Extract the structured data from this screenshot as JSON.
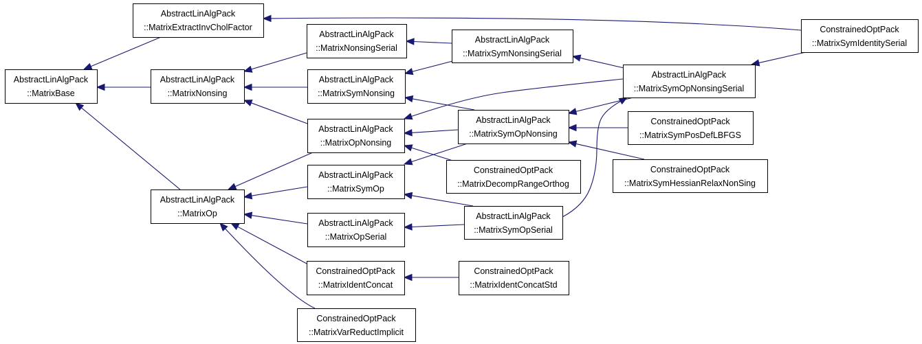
{
  "diagram": {
    "nodes": [
      {
        "id": "MatrixBase",
        "line1": "AbstractLinAlgPack",
        "line2": "::MatrixBase"
      },
      {
        "id": "MatrixExtractInvCholFactor",
        "line1": "AbstractLinAlgPack",
        "line2": "::MatrixExtractInvCholFactor"
      },
      {
        "id": "MatrixNonsing",
        "line1": "AbstractLinAlgPack",
        "line2": "::MatrixNonsing"
      },
      {
        "id": "MatrixOp",
        "line1": "AbstractLinAlgPack",
        "line2": "::MatrixOp"
      },
      {
        "id": "MatrixNonsingSerial",
        "line1": "AbstractLinAlgPack",
        "line2": "::MatrixNonsingSerial"
      },
      {
        "id": "MatrixSymNonsing",
        "line1": "AbstractLinAlgPack",
        "line2": "::MatrixSymNonsing"
      },
      {
        "id": "MatrixOpNonsing",
        "line1": "AbstractLinAlgPack",
        "line2": "::MatrixOpNonsing"
      },
      {
        "id": "MatrixSymOp",
        "line1": "AbstractLinAlgPack",
        "line2": "::MatrixSymOp"
      },
      {
        "id": "MatrixOpSerial",
        "line1": "AbstractLinAlgPack",
        "line2": "::MatrixOpSerial"
      },
      {
        "id": "MatrixIdentConcat",
        "line1": "ConstrainedOptPack",
        "line2": "::MatrixIdentConcat"
      },
      {
        "id": "MatrixVarReductImplicit",
        "line1": "ConstrainedOptPack",
        "line2": "::MatrixVarReductImplicit"
      },
      {
        "id": "MatrixSymNonsingSerial",
        "line1": "AbstractLinAlgPack",
        "line2": "::MatrixSymNonsingSerial"
      },
      {
        "id": "MatrixSymOpNonsing",
        "line1": "AbstractLinAlgPack",
        "line2": "::MatrixSymOpNonsing"
      },
      {
        "id": "MatrixDecompRangeOrthog",
        "line1": "ConstrainedOptPack",
        "line2": "::MatrixDecompRangeOrthog"
      },
      {
        "id": "MatrixSymOpSerial",
        "line1": "AbstractLinAlgPack",
        "line2": "::MatrixSymOpSerial"
      },
      {
        "id": "MatrixIdentConcatStd",
        "line1": "ConstrainedOptPack",
        "line2": "::MatrixIdentConcatStd"
      },
      {
        "id": "MatrixSymOpNonsingSerial",
        "line1": "AbstractLinAlgPack",
        "line2": "::MatrixSymOpNonsingSerial"
      },
      {
        "id": "MatrixSymPosDefLBFGS",
        "line1": "ConstrainedOptPack",
        "line2": "::MatrixSymPosDefLBFGS"
      },
      {
        "id": "MatrixSymHessianRelaxNonSing",
        "line1": "ConstrainedOptPack",
        "line2": "::MatrixSymHessianRelaxNonSing"
      },
      {
        "id": "MatrixSymIdentitySerial",
        "line1": "ConstrainedOptPack",
        "line2": "::MatrixSymIdentitySerial"
      }
    ],
    "edges": [
      {
        "from": "MatrixExtractInvCholFactor",
        "to": "MatrixBase"
      },
      {
        "from": "MatrixNonsing",
        "to": "MatrixBase"
      },
      {
        "from": "MatrixOp",
        "to": "MatrixBase"
      },
      {
        "from": "MatrixNonsingSerial",
        "to": "MatrixNonsing"
      },
      {
        "from": "MatrixSymNonsing",
        "to": "MatrixNonsing"
      },
      {
        "from": "MatrixOpNonsing",
        "to": "MatrixNonsing"
      },
      {
        "from": "MatrixOpNonsing",
        "to": "MatrixOp"
      },
      {
        "from": "MatrixSymOp",
        "to": "MatrixOp"
      },
      {
        "from": "MatrixOpSerial",
        "to": "MatrixOp"
      },
      {
        "from": "MatrixIdentConcat",
        "to": "MatrixOp"
      },
      {
        "from": "MatrixVarReductImplicit",
        "to": "MatrixOp"
      },
      {
        "from": "MatrixSymNonsingSerial",
        "to": "MatrixNonsingSerial"
      },
      {
        "from": "MatrixSymNonsingSerial",
        "to": "MatrixSymNonsing"
      },
      {
        "from": "MatrixSymOpNonsing",
        "to": "MatrixSymNonsing"
      },
      {
        "from": "MatrixSymOpNonsing",
        "to": "MatrixOpNonsing"
      },
      {
        "from": "MatrixSymOpNonsing",
        "to": "MatrixSymOp"
      },
      {
        "from": "MatrixDecompRangeOrthog",
        "to": "MatrixOpNonsing"
      },
      {
        "from": "MatrixSymOpNonsingSerial",
        "to": "MatrixOpNonsing"
      },
      {
        "from": "MatrixSymOpSerial",
        "to": "MatrixSymOp"
      },
      {
        "from": "MatrixSymOpSerial",
        "to": "MatrixOpSerial"
      },
      {
        "from": "MatrixIdentConcatStd",
        "to": "MatrixIdentConcat"
      },
      {
        "from": "MatrixSymOpNonsingSerial",
        "to": "MatrixSymNonsingSerial"
      },
      {
        "from": "MatrixSymOpNonsingSerial",
        "to": "MatrixSymOpNonsing"
      },
      {
        "from": "MatrixSymOpSerial",
        "to": "MatrixSymOpNonsingSerial"
      },
      {
        "from": "MatrixSymPosDefLBFGS",
        "to": "MatrixSymOpNonsing"
      },
      {
        "from": "MatrixSymHessianRelaxNonSing",
        "to": "MatrixSymOpNonsing"
      },
      {
        "from": "MatrixSymIdentitySerial",
        "to": "MatrixSymOpNonsingSerial"
      },
      {
        "from": "MatrixSymIdentitySerial",
        "to": "MatrixExtractInvCholFactor"
      }
    ],
    "colors": {
      "edge": "#191970",
      "node_border": "#000000",
      "node_fill": "#ffffff",
      "text": "#000000"
    }
  }
}
